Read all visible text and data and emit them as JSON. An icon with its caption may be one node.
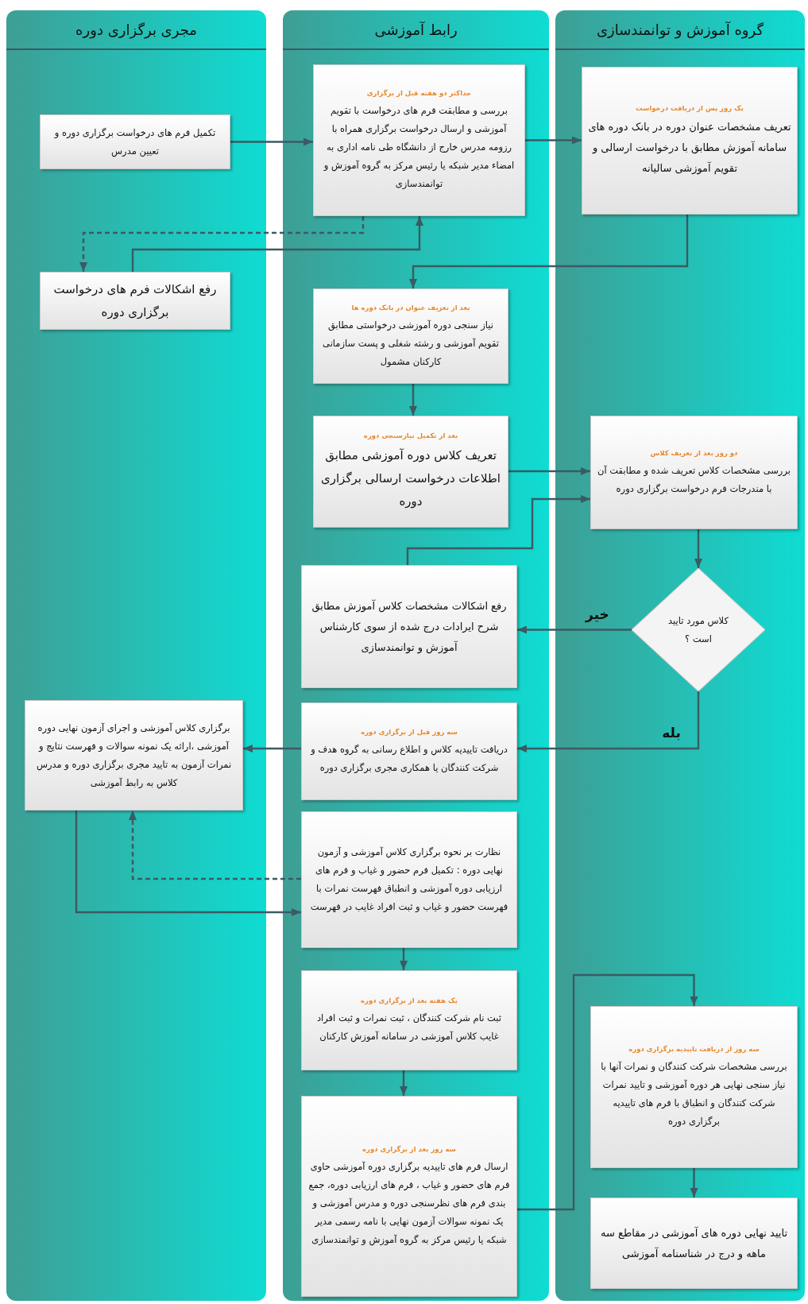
{
  "diagram": {
    "nodes": [
      {
        "text": [
          "گروه آموزش و توانمندسازی"
        ]
      },
      {
        "text": [
          "رابط آموزشی"
        ]
      },
      {
        "text": [
          "مجری برگزاری دوره"
        ]
      },
      {
        "text": [
          "یک روز پس از دریافت درخواست",
          "تعریف مشخصات عنوان دوره در بانک دوره های سامانه آموزش مطابق با درخواست ارسالی و تقویم آموزشی سالیانه"
        ],
        "in": 0
      },
      {
        "text": [
          "حداکثر دو هفته قبل از برگزاری",
          "بررسی و مطابقت فرم های درخواست با تقویم آموزشی و ارسال درخواست برگزاری همراه با رزومه مدرس خارج از دانشگاه طی نامه اداری به امضاء مدیر شبکه یا رئیس مرکز به گروه آموزش و توانمندسازی"
        ],
        "in": 1
      },
      {
        "text": [
          "تکمیل فرم های درخواست برگزاری دوره و تعیین مدرس"
        ],
        "in": 2
      },
      {
        "text": [
          "رفع اشکالات فرم های درخواست برگزاری دوره"
        ],
        "in": 2
      },
      {
        "text": [
          "بعد از تعریف عنوان در بانک دوره ها",
          "نیاز سنجی دوره آموزشی درخواستی مطابق تقویم آموزشی و رشته شغلی و پست سازمانی کارکنان مشمول"
        ],
        "in": 1
      },
      {
        "text": [
          "دو روز بعد از تعریف کلاس",
          "بررسی مشخصات کلاس تعریف شده و مطابقت آن با مندرجات فرم درخواست برگزاری دوره"
        ],
        "in": 0
      },
      {
        "text": [
          "بعد از تکمیل نیازسنجی دوره",
          "تعریف کلاس دوره آموزشی مطابق اطلاعات درخواست ارسالی برگزاری دوره"
        ],
        "in": 1
      },
      {
        "text": [
          "کلاس مورد تایید است ؟"
        ],
        "in": 0
      },
      {
        "text": [
          "رفع اشکالات مشخصات کلاس آموزش مطابق شرح ایرادات درج شده از سوی کارشناس آموزش و توانمندسازی"
        ],
        "in": 1
      },
      {
        "text": [
          "سه روز قبل از برگزاری دوره",
          "دریافت تاییدیه کلاس و اطلاع رسانی به گروه هدف و شرکت کنندگان یا همکاری مجری برگزاری دوره"
        ],
        "in": 1
      },
      {
        "text": [
          "برگزاری کلاس آموزشی و اجرای آزمون نهایی دوره آموزشی ،ارائه یک نمونه سوالات و فهرست نتایج و نمرات آزمون به تایید مجری برگزاری دوره و مدرس کلاس به رابط آموزشی"
        ],
        "in": 2
      },
      {
        "text": [
          "نظارت بر نحوه برگزاری کلاس آموزشی و آزمون نهایی دوره : تکمیل فرم حضور و غیاب و فرم های ارزیابی دوره آموزشی و انطباق فهرست نمرات با فهرست حضور و غیاب و ثبت افراد غایب در فهرست"
        ],
        "in": 1
      },
      {
        "text": [
          "یک هفته بعد از برگزاری دوره",
          "ثبت نام شرکت کنندگان ، ثبت نمرات و ثبت افراد غایب کلاس آموزشی در سامانه آموزش کارکنان"
        ],
        "in": 1
      },
      {
        "text": [
          "سه روز از دریافت تاییدیه برگزاری دوره",
          "بررسی مشخصات شرکت کنندگان و نمرات آنها با نیاز سنجی نهایی هر دوره آموزشی و تایید نمرات شرکت کنندگان و انطباق با فرم های تاییدیه برگزاری دوره"
        ],
        "in": 0
      },
      {
        "text": [
          "سه روز بعد از برگزاری دوره",
          "ارسال فرم های تاییدیه برگزاری دوره آموزشی حاوی فرم های حضور و غیاب ، فرم های ارزیابی دوره، جمع بندی فرم های نظرسنجی دوره و مدرس آموزشی و یک نمونه سوالات آزمون نهایی با نامه رسمی مدیر شبکه یا رئیس مرکز به گروه آموزش و توانمندسازی"
        ],
        "in": 1
      },
      {
        "text": [
          "تایید نهایی دوره های آموزشی در مقاطع سه ماهه و درج در شناسنامه آموزشی"
        ],
        "in": 0
      }
    ],
    "edges": [
      {
        "from": 5,
        "to": 4,
        "arrow": "to"
      },
      {
        "from": 4,
        "to": 3,
        "arrow": "to"
      },
      {
        "from": 4,
        "to": 6,
        "arrow": "to",
        "style": "dashed"
      },
      {
        "from": 6,
        "to": 4,
        "arrow": "to"
      },
      {
        "from": 3,
        "to": 7,
        "arrow": "to"
      },
      {
        "from": 7,
        "to": 9,
        "arrow": "to"
      },
      {
        "from": 9,
        "to": 8,
        "arrow": "to"
      },
      {
        "from": 11,
        "to": 8,
        "arrow": "to"
      },
      {
        "from": 8,
        "to": 10,
        "arrow": "to"
      },
      {
        "from": 10,
        "to": 11,
        "arrow": "to",
        "label": "خیر"
      },
      {
        "from": 10,
        "to": 12,
        "arrow": "to",
        "label": "بله"
      },
      {
        "from": 12,
        "to": 13,
        "arrow": "to"
      },
      {
        "from": 14,
        "to": 13,
        "arrow": "to",
        "style": "dashed"
      },
      {
        "from": 13,
        "to": 14,
        "arrow": "to"
      },
      {
        "from": 14,
        "to": 15,
        "arrow": "to"
      },
      {
        "from": 15,
        "to": 17,
        "arrow": "to"
      },
      {
        "from": 17,
        "to": 16,
        "arrow": "to"
      },
      {
        "from": 16,
        "to": 18,
        "arrow": "to"
      }
    ]
  }
}
